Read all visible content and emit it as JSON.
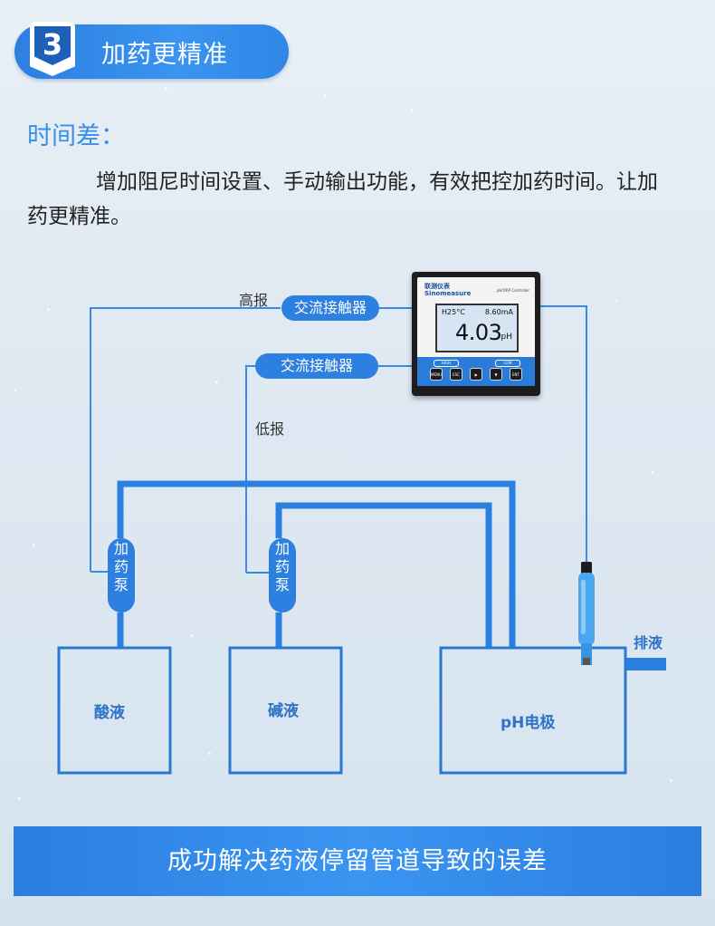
{
  "header": {
    "step_number": "3",
    "title": "加药更精准"
  },
  "section": {
    "title": "时间差：",
    "body": "增加阻尼时间设置、手动输出功能，有效把控加药时间。让加药更精准。"
  },
  "diagram": {
    "contactor_high": "交流接触器",
    "contactor_low": "交流接触器",
    "label_high_alarm": "高报",
    "label_low_alarm": "低报",
    "pump_acid": "加药泵",
    "pump_base": "加药泵",
    "tank_acid": "酸液",
    "tank_base": "碱液",
    "tank_ph": "pH电极",
    "drain": "排液",
    "controller": {
      "brand": "联测仪表",
      "brand_en": "Sinomeasure",
      "model": "pH/ORP Controller",
      "temp_reading": "H25°C",
      "current_reading": "8.60mA",
      "value": "4.03",
      "unit": "pH",
      "led_high": "HIGH",
      "led_low": "LOW",
      "keys": [
        "MENU",
        "ESC",
        "▶",
        "▼",
        "ENT"
      ]
    }
  },
  "banner": {
    "text": "成功解决药液停留管道导致的误差"
  },
  "colors": {
    "accent": "#2d7fe0",
    "pipe": "#2b7fde",
    "tank_border": "#2a78d6",
    "label_blue": "#2e73c8"
  }
}
